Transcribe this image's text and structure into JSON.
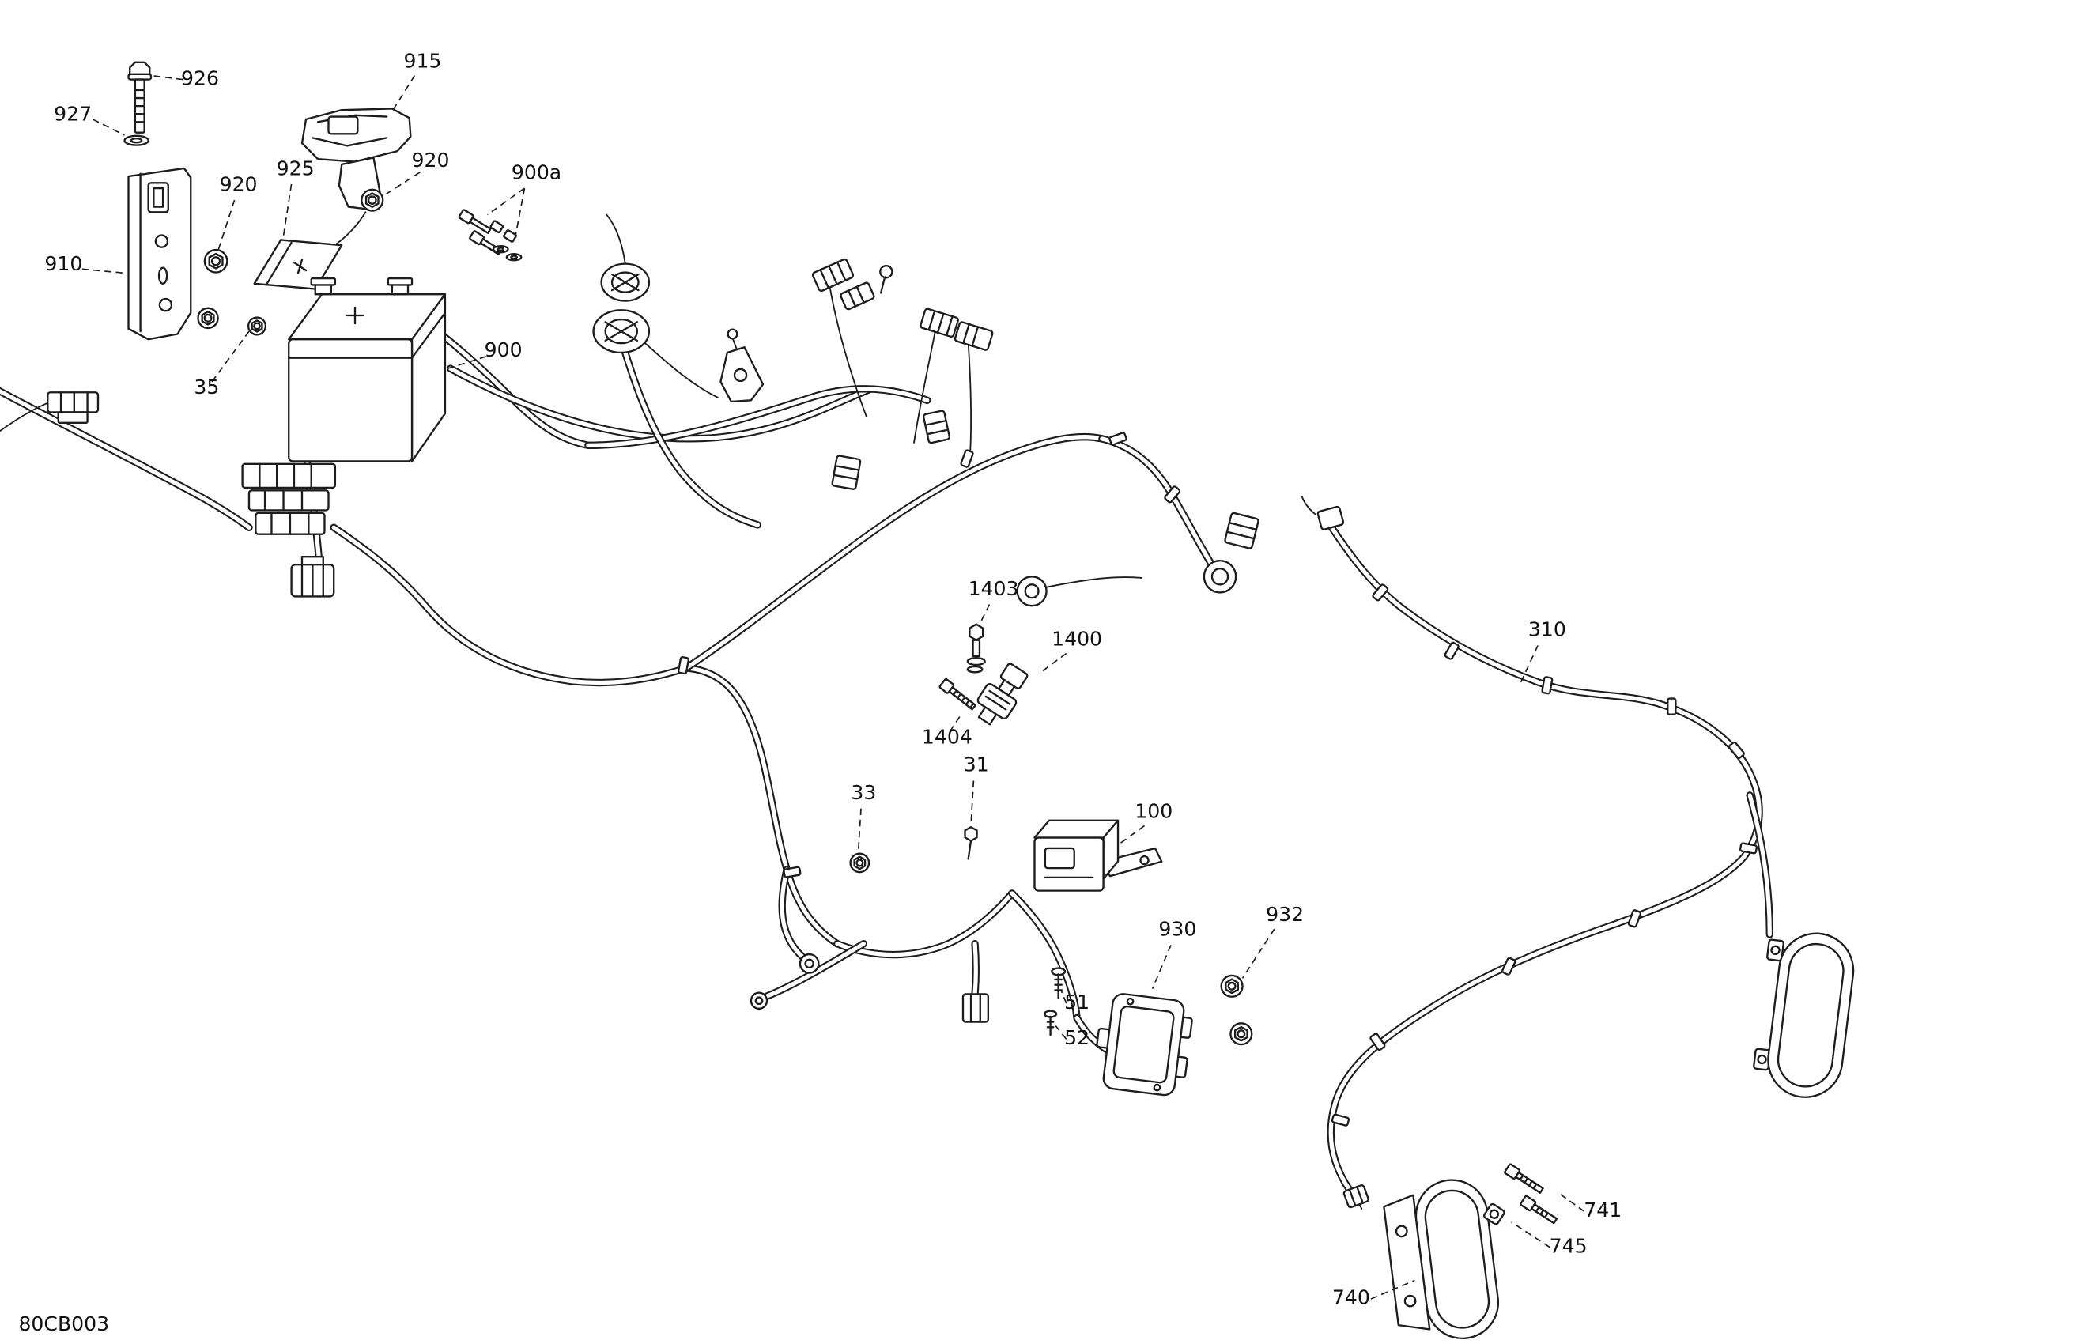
{
  "colors": {
    "background": "#ffffff",
    "line": "#1d1d1d"
  },
  "drawing_code": "80CB003",
  "callouts": {
    "n926": "926",
    "n927": "927",
    "n915": "915",
    "n920_left": "920",
    "n920_right": "920",
    "n925": "925",
    "n900a": "900a",
    "n910": "910",
    "n35": "35",
    "n900": "900",
    "n1403": "1403",
    "n1400": "1400",
    "n1404": "1404",
    "n310": "310",
    "n33": "33",
    "n31": "31",
    "n100": "100",
    "n930": "930",
    "n932": "932",
    "n51": "51",
    "n52": "52",
    "n741": "741",
    "n745": "745",
    "n740": "740"
  }
}
